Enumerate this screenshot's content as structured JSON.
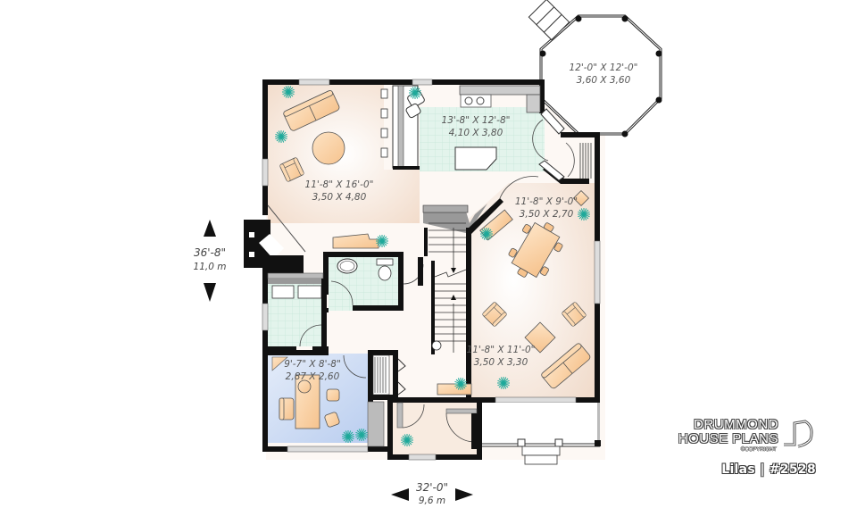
{
  "plan": {
    "title": "Lilas | #2528",
    "brand": {
      "line1": "DRUMMOND",
      "line2": "HOUSE PLANS",
      "copyright": "©COPYRIGHT"
    },
    "overall_dimensions": {
      "depth_imperial": "36'-8\"",
      "depth_metric": "11,0 m",
      "width_imperial": "32'-0\"",
      "width_metric": "9,6 m"
    },
    "rooms": [
      {
        "id": "gazebo",
        "imperial": "12'-0\" X 12'-0\"",
        "metric": "3,60 X 3,60"
      },
      {
        "id": "family-room",
        "imperial": "11'-8\" X 16'-0\"",
        "metric": "3,50 X 4,80"
      },
      {
        "id": "kitchen",
        "imperial": "13'-8\" X 12'-8\"",
        "metric": "4,10 X 3,80"
      },
      {
        "id": "dining-room",
        "imperial": "11'-8\" X 9'-0\"",
        "metric": "3,50 X 2,70"
      },
      {
        "id": "living-room",
        "imperial": "11'-8\" X 11'-0\"",
        "metric": "3,50 X 3,30"
      },
      {
        "id": "office",
        "imperial": "9'-7\" X 8'-8\"",
        "metric": "2,87 X 2,60"
      }
    ],
    "colors": {
      "wall": "#111111",
      "floor_wood": "#f6e6d8",
      "floor_tile": "#dff2ea",
      "floor_office": "#c9d9f2",
      "furniture": "#f9cf9f",
      "plant": "#1fa99a"
    }
  }
}
